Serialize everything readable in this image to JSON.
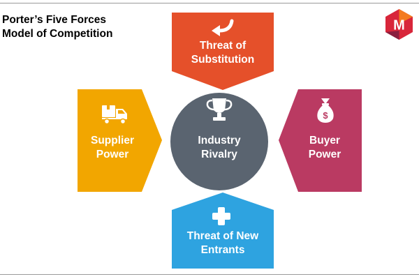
{
  "title": {
    "line1": "Porter’s Five Forces",
    "line2": "Model of Competition"
  },
  "logo": {
    "letter": "M",
    "icon": "logo-hexagon-icon"
  },
  "colors": {
    "substitution": "#e5502a",
    "supplier": "#f2a600",
    "buyer": "#ba3a62",
    "entrants": "#2ea3e0",
    "rivalry": "#5a6470",
    "logo_red": "#d8263a",
    "logo_orange": "#f47b20",
    "logo_purple": "#8a1e3e"
  },
  "forces": {
    "substitution": {
      "line1": "Threat of",
      "line2": "Substitution",
      "icon": "curved-arrow-icon"
    },
    "supplier": {
      "line1": "Supplier",
      "line2": "Power",
      "icon": "delivery-truck-icon"
    },
    "rivalry": {
      "line1": "Industry",
      "line2": "Rivalry",
      "icon": "trophy-icon"
    },
    "buyer": {
      "line1": "Buyer",
      "line2": "Power",
      "icon": "money-bag-icon"
    },
    "entrants": {
      "line1": "Threat of New",
      "line2": "Entrants",
      "icon": "plus-icon"
    }
  }
}
